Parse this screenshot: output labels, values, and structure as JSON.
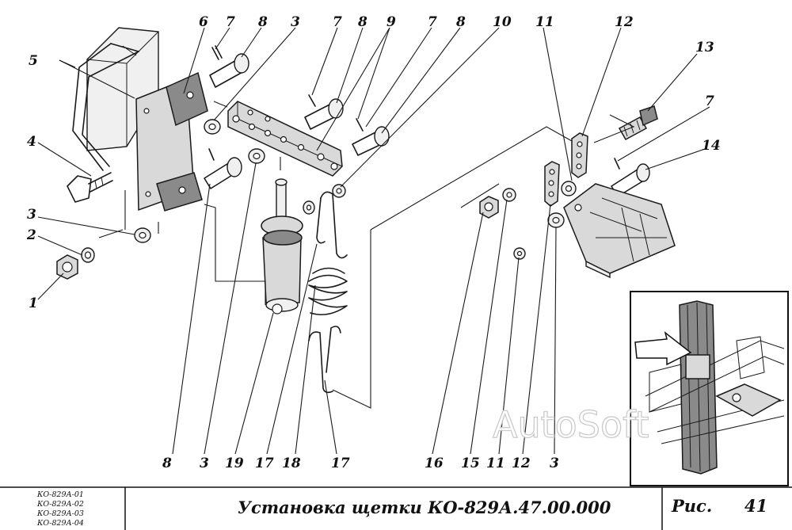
{
  "drawing": {
    "callouts_top": [
      "6",
      "7",
      "8",
      "3",
      "7",
      "8",
      "9",
      "7",
      "8",
      "10",
      "11",
      "12",
      "13",
      "7",
      "14"
    ],
    "callouts_left": [
      "5",
      "4",
      "3",
      "2",
      "1"
    ],
    "callouts_bottom": [
      "8",
      "3",
      "19",
      "17",
      "18",
      "17",
      "16",
      "15",
      "11",
      "12",
      "3"
    ],
    "watermark": "AutoSoft"
  },
  "title_block": {
    "variants": [
      "КО-829А-01",
      "КО-829А-02",
      "КО-829А-03",
      "КО-829А-04"
    ],
    "title": "Установка щетки КО-829А.47.00.000",
    "figure_label": "Рис.",
    "figure_number": "41"
  }
}
